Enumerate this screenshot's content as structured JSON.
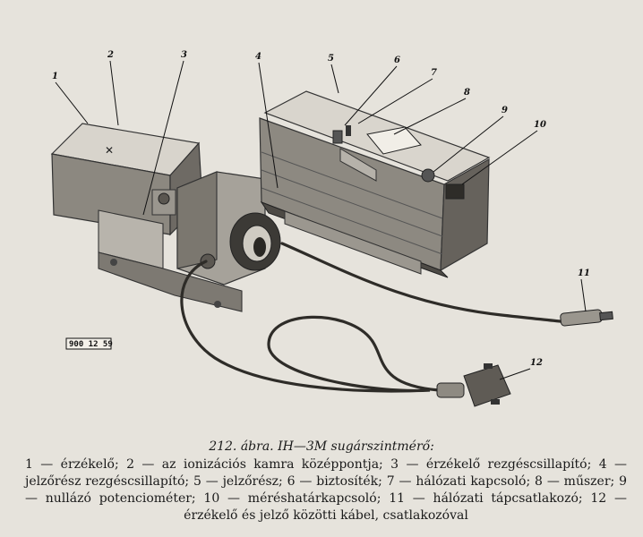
{
  "figure": {
    "stamp": "900 12 59",
    "callouts": [
      "1",
      "2",
      "3",
      "4",
      "5",
      "6",
      "7",
      "8",
      "9",
      "10",
      "11",
      "12"
    ]
  },
  "caption": "212. ábra. IH—3M sugárszintmérő:",
  "legend": "1 — érzékelő; 2 — az ionizációs kamra középpontja; 3 — érzékelő rezgéscsillapító; 4 — jelzőrész rezgéscsillapító; 5 — jelzőrész; 6 — biztosíték; 7 — hálózati kapcsoló; 8 — műszer; 9 — nullázó potenciométer; 10 — méréshatárkapcsoló; 11 — hálózati tápcsatlakozó; 12 — érzékelő és jelző közötti kábel, csatlakozóval"
}
